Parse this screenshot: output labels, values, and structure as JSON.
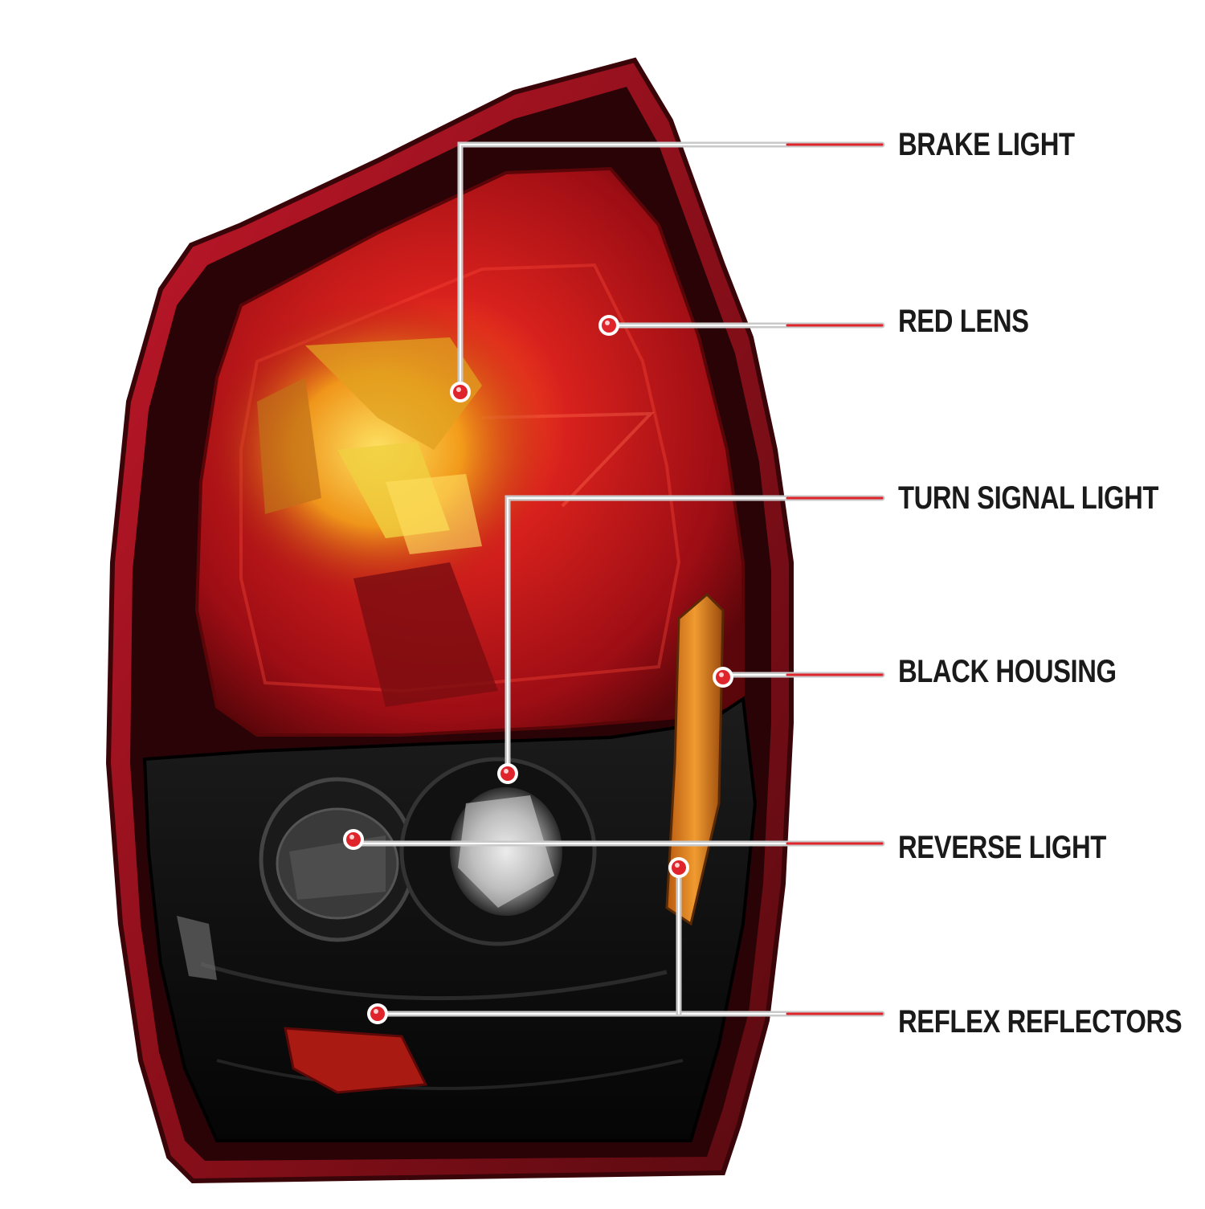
{
  "diagram": {
    "subject": "tail-light",
    "accent_color": "#e0242b",
    "lens_color": "#b5121b",
    "housing_color": "#0e0e0e",
    "amber_color": "#e07a18",
    "callouts": [
      {
        "id": "brake-light",
        "label": "BRAKE LIGHT"
      },
      {
        "id": "red-lens",
        "label": "RED LENS"
      },
      {
        "id": "turn-signal-light",
        "label": "TURN SIGNAL LIGHT"
      },
      {
        "id": "black-housing",
        "label": "BLACK HOUSING"
      },
      {
        "id": "reverse-light",
        "label": "REVERSE LIGHT"
      },
      {
        "id": "reflex-reflectors",
        "label": "REFLEX REFLECTORS"
      }
    ]
  }
}
